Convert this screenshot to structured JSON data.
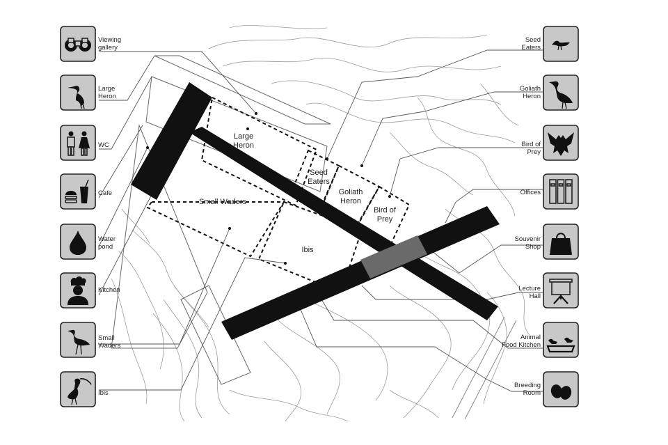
{
  "legend_left": [
    {
      "lines": [
        "Viewing",
        "gallery"
      ],
      "icon": "binoculars-icon"
    },
    {
      "lines": [
        "Large",
        "Heron"
      ],
      "icon": "heron-icon"
    },
    {
      "lines": [
        "WC"
      ],
      "icon": "restroom-icon"
    },
    {
      "lines": [
        "Cafe"
      ],
      "icon": "burger-drink-icon"
    },
    {
      "lines": [
        "Water",
        "pond"
      ],
      "icon": "water-drop-icon"
    },
    {
      "lines": [
        "Kitchen"
      ],
      "icon": "chef-icon"
    },
    {
      "lines": [
        "Small",
        "Waders"
      ],
      "icon": "wader-bird-icon"
    },
    {
      "lines": [
        "Ibis"
      ],
      "icon": "ibis-icon"
    }
  ],
  "legend_right": [
    {
      "lines": [
        "Seed",
        "Eaters"
      ],
      "icon": "small-bird-icon"
    },
    {
      "lines": [
        "Goliath",
        "Heron"
      ],
      "icon": "goliath-heron-icon"
    },
    {
      "lines": [
        "Bird of",
        "Prey"
      ],
      "icon": "eagle-icon"
    },
    {
      "lines": [
        "Offices"
      ],
      "icon": "binders-icon"
    },
    {
      "lines": [
        "Souvenir",
        "Shop"
      ],
      "icon": "shopping-bag-icon"
    },
    {
      "lines": [
        "Lecture",
        "Hall"
      ],
      "icon": "presentation-board-icon"
    },
    {
      "lines": [
        "Animal",
        "Food Kitchen"
      ],
      "icon": "feeding-tray-icon"
    },
    {
      "lines": [
        "Breeding",
        "Room"
      ],
      "icon": "eggs-icon"
    }
  ],
  "zones": {
    "large_heron": [
      "Large",
      "Heron"
    ],
    "seed_eaters": [
      "Seed",
      "Eaters"
    ],
    "goliath_heron": [
      "Goliath",
      "Heron"
    ],
    "bird_of_prey": [
      "Bird of",
      "Prey"
    ],
    "small_waders": [
      "Small Waders"
    ],
    "ibis": [
      "Ibis"
    ]
  }
}
